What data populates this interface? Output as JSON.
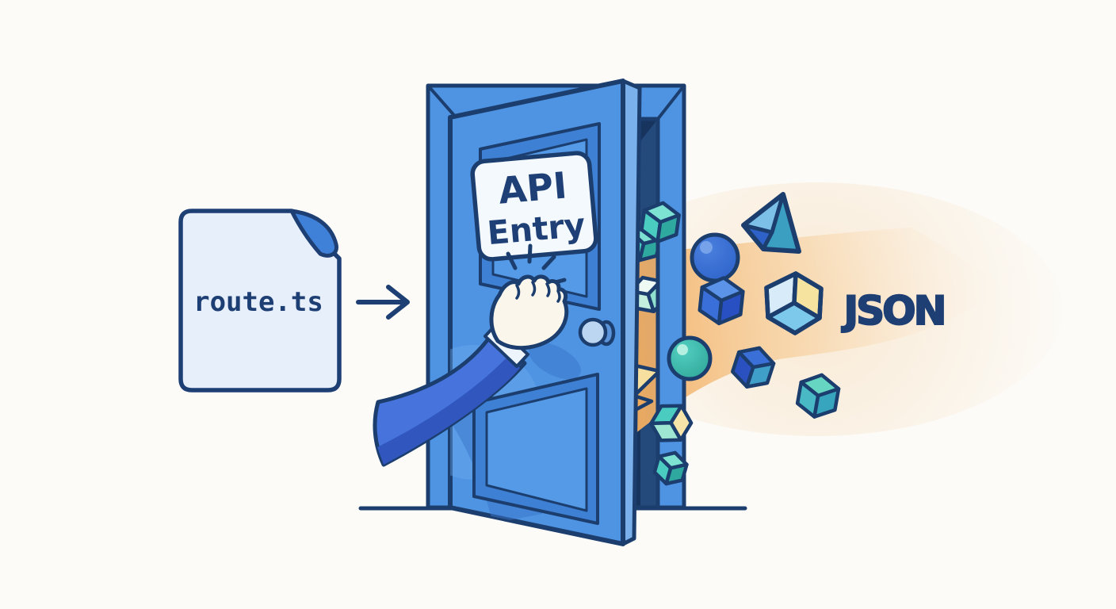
{
  "file": {
    "label": "route.ts"
  },
  "door": {
    "sign_line1": "API",
    "sign_line2": "Entry"
  },
  "output": {
    "label": "JSON"
  },
  "icons": {
    "file": "document-icon",
    "arrow": "arrow-right-icon",
    "door": "door-icon",
    "hand": "knocking-fist-icon",
    "shapes": [
      "cube-icon",
      "sphere-icon",
      "pyramid-icon"
    ]
  },
  "palette": {
    "background": "#fcfbf8",
    "navy": "#1e3f74",
    "outline_navy": "#1c3e6e",
    "door_blue": "#4f94e3",
    "door_edge": "#7ab1ec",
    "panel_shade": "#3e80d4",
    "panel_light": "#549ae7",
    "opening_navy": "#17345e",
    "reveal_navy": "#24497b",
    "sleeve_blue": "#4673dc",
    "sleeve_dark": "#3157bf",
    "hand_cream": "#fbf6ec",
    "cuff_white": "#edf4fb",
    "sign_bg": "#f4f9fe",
    "knob_blue": "#bcd6f1",
    "teal": "#4accc0",
    "teal_light": "#7de2d2",
    "teal_dark": "#2fa9a0",
    "royal_blue": "#2e5bcd",
    "sky_blue": "#7cc9ec",
    "cream_yellow": "#f6e4a8",
    "beam_orange": "#f2ae62",
    "file_bg": "#e7effb",
    "fold_blue": "#3f80d8"
  }
}
